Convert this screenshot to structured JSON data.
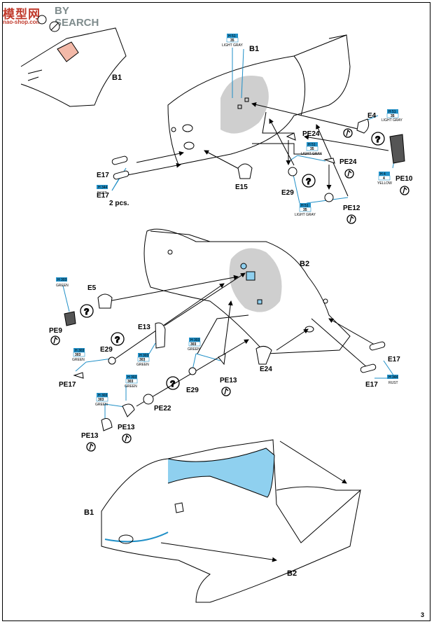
{
  "watermark": {
    "logo": "模型网",
    "sub": "nao-shop.com",
    "search": "BY SEARCH"
  },
  "page_number": "3",
  "colors": {
    "cockpit_blue": "#8fd0ef",
    "callout_blue": "#1f8fc7",
    "shade_gray": "#cfcfcf",
    "highlight_red": "#f3b9a8"
  },
  "step1": {
    "detail_label": "B1",
    "part_b1": "B1",
    "color_top": {
      "code": "H 51",
      "num": "35",
      "name": "LIGHT GRAY"
    },
    "e4": "E4",
    "color_e4": {
      "code": "H 51",
      "num": "35",
      "name": "LIGHT GRAY"
    },
    "pe24a": "PE24",
    "pe24b": "PE24",
    "color_pe24": {
      "code": "H 51",
      "num": "35",
      "name": "LIGHT GRAY"
    },
    "color_pe10": {
      "code": "H 4",
      "num": "4",
      "name": "YELLOW"
    },
    "pe10": "PE10",
    "e17": "E17",
    "e17b": "E17",
    "e17_note": "2 pcs.",
    "color_rust": {
      "code": "H 344",
      "name": "RUST"
    },
    "e15": "E15",
    "e29": "E29",
    "color_e29": {
      "code": "H 51",
      "num": "35",
      "name": "LIGHT GRAY"
    },
    "pe12": "PE12"
  },
  "step2": {
    "part_b2": "B2",
    "color_e5": {
      "code": "H 303",
      "name": "GREEN"
    },
    "e5": "E5",
    "pe9": "PE9",
    "e13": "E13",
    "color_e29l": {
      "code": "H 303",
      "num": "303",
      "name": "GREEN"
    },
    "e29l": "E29",
    "pe17": "PE17",
    "color_e13": {
      "code": "H 303",
      "num": "303",
      "name": "GREEN"
    },
    "color_e29r": {
      "code": "H 303",
      "num": "303",
      "name": "GREEN"
    },
    "e29r": "E29",
    "pe13r": "PE13",
    "e24": "E24",
    "e17a": "E17",
    "e17b": "E17",
    "color_rust": {
      "code": "H 344",
      "name": "RUST"
    },
    "color_pe22": {
      "code": "H 303",
      "num": "303",
      "name": "GREEN"
    },
    "color_pe13": {
      "code": "H 303",
      "num": "303",
      "name": "GREEN"
    },
    "pe22": "PE22",
    "pe13a": "PE13",
    "pe13b": "PE13"
  },
  "step3": {
    "b1": "B1",
    "b2": "B2"
  }
}
